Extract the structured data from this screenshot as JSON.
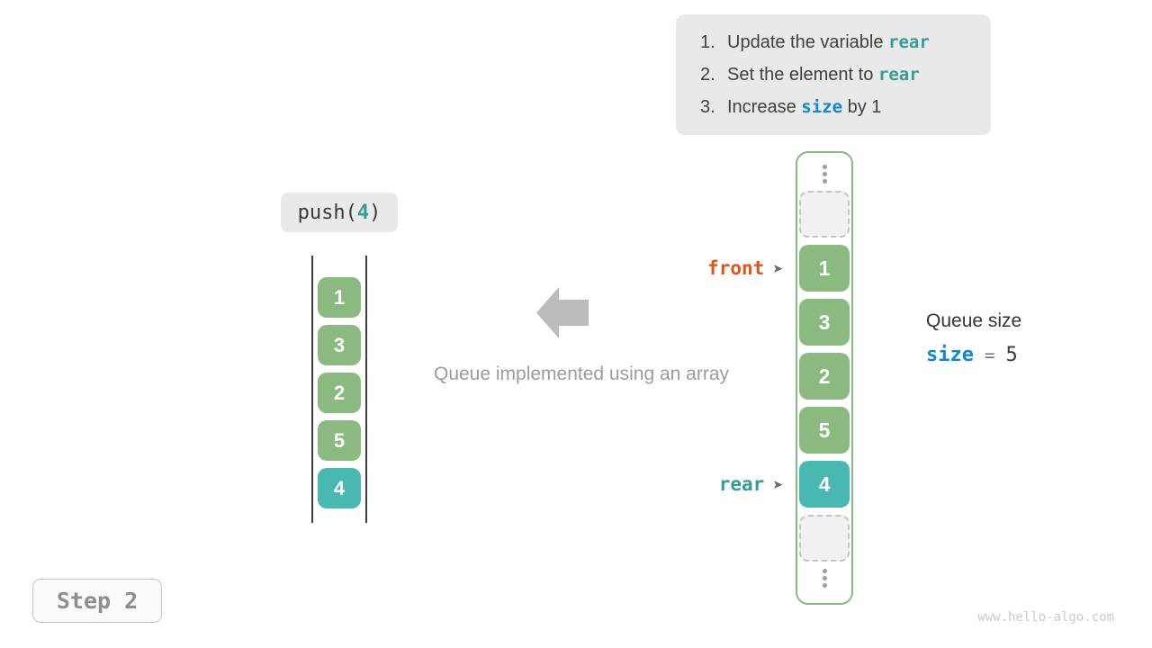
{
  "instructions": {
    "items": [
      {
        "num": "1.",
        "pre": "Update the variable ",
        "code": "rear",
        "post": ""
      },
      {
        "num": "2.",
        "pre": "Set the element to ",
        "code": "rear",
        "post": ""
      },
      {
        "num": "3.",
        "pre": "Increase ",
        "code": "size",
        "post": " by 1"
      }
    ]
  },
  "push_call": {
    "fn": "push(",
    "arg": "4",
    "close": ")"
  },
  "left_queue": {
    "cells": [
      "1",
      "3",
      "2",
      "5",
      "4"
    ]
  },
  "caption": "Queue implemented using an array",
  "array": {
    "front_label": "front",
    "rear_label": "rear",
    "pointer_arrow": "➤",
    "cells_values": [
      "1",
      "3",
      "2",
      "5",
      "4"
    ]
  },
  "queue_size": {
    "title": "Queue size",
    "var": "size",
    "eq": "=",
    "value": "5"
  },
  "step_label": "Step 2",
  "watermark": "www.hello-algo.com",
  "colors": {
    "cell_green": "#8aba80",
    "cell_teal": "#49b8b0",
    "front_orange": "#e5531c",
    "rear_teal": "#359d92",
    "size_blue": "#1287d1",
    "container_border_green": "#85bb7f",
    "box_gray": "#e9e9e9"
  }
}
